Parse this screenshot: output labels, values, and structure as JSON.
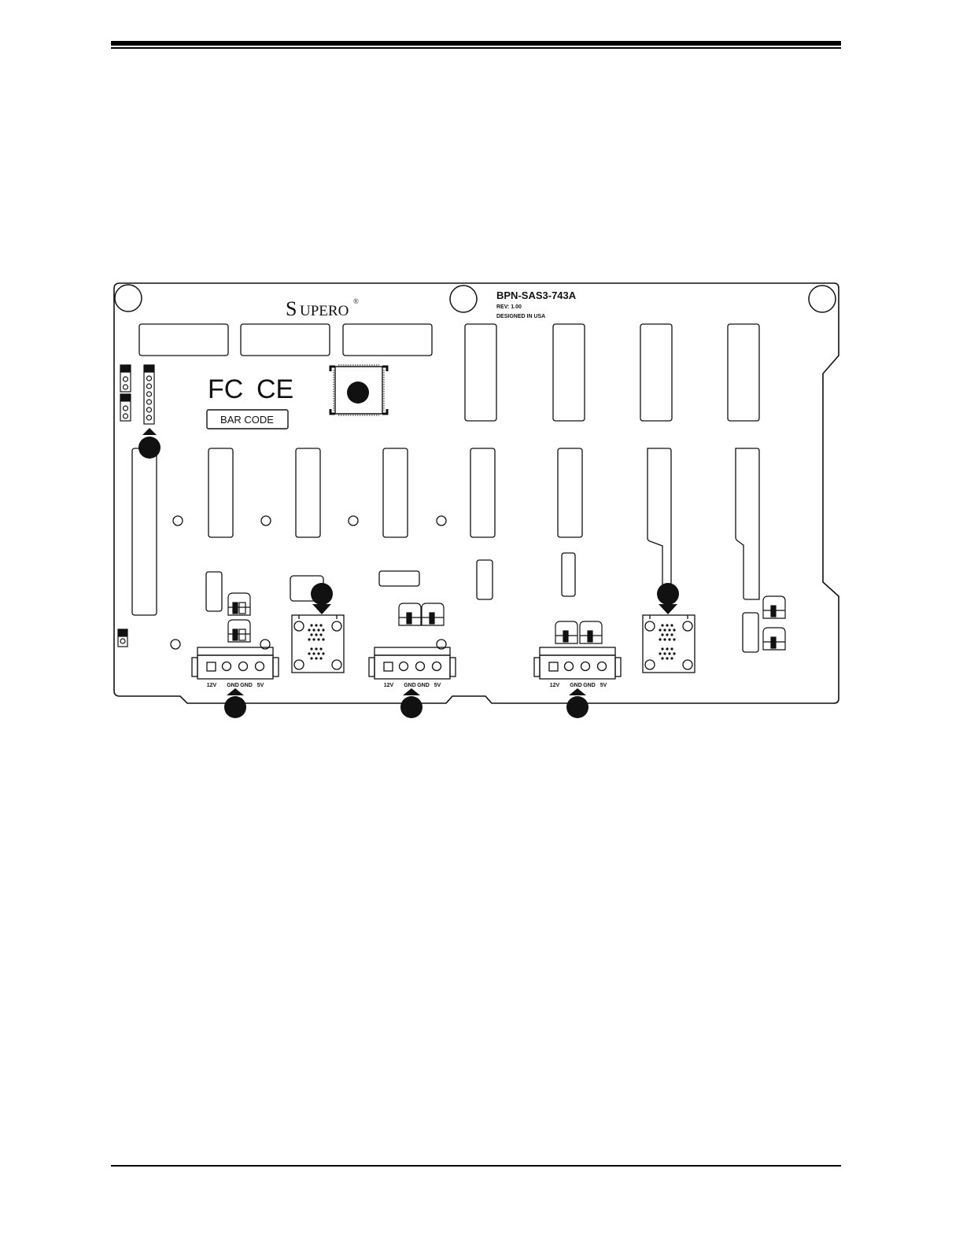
{
  "board": {
    "model": "BPN-SAS3-743A",
    "rev": "REV:  1.00",
    "designed": "DESIGNED IN USA",
    "brand_first": "S",
    "brand_rest": "UPERO",
    "brand_mark": "®",
    "fcc": "FC",
    "ce": "CE",
    "barcode": "BAR CODE"
  },
  "power_pins": [
    "12V",
    "GND",
    "GND",
    "5V"
  ],
  "colors": {
    "ink": "#111111",
    "callout": "#111111",
    "paper": "#ffffff"
  }
}
